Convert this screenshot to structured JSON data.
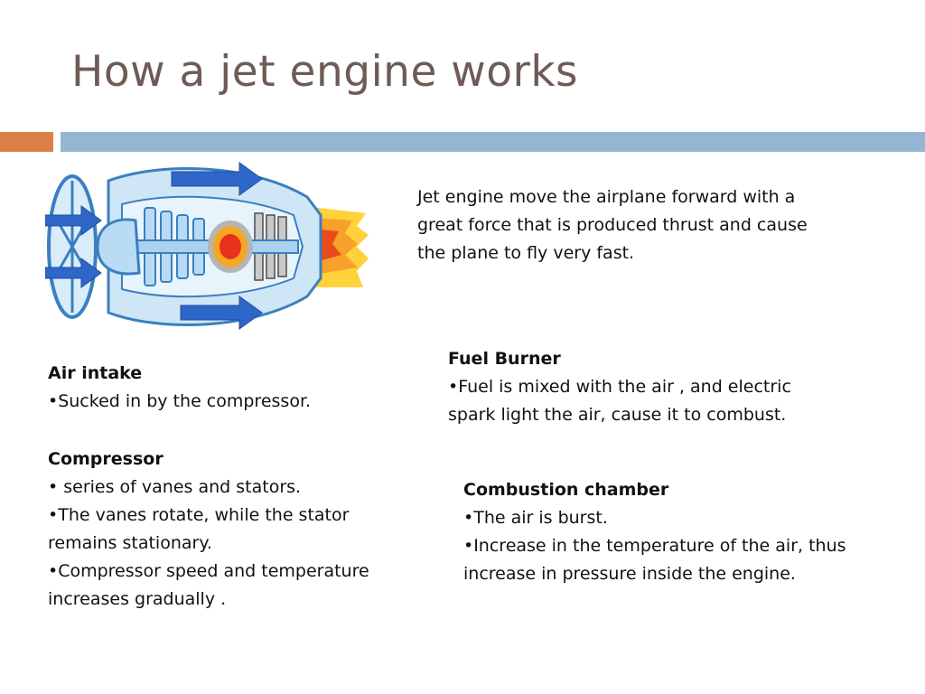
{
  "title": "How a jet engine works",
  "accent_colors": {
    "orange": "#dd8047",
    "blue": "#94b6d2",
    "title": "#6e5b55"
  },
  "intro": {
    "lines": [
      "Jet engine move the airplane forward with a",
      "great force that is produced thrust and cause",
      "the plane to fly very fast."
    ]
  },
  "sections": {
    "air_intake": {
      "heading": "Air intake",
      "lines": [
        "•Sucked in by the compressor."
      ]
    },
    "compressor": {
      "heading": "Compressor",
      "lines": [
        "• series of vanes and stators.",
        "•The vanes rotate, while the stator",
        "remains stationary.",
        "•Compressor speed and temperature",
        "increases gradually ."
      ]
    },
    "fuel_burner": {
      "heading": "Fuel Burner",
      "lines": [
        "•Fuel is mixed with the air , and electric",
        "spark light the air, cause it to combust."
      ]
    },
    "combustion_chamber": {
      "heading": "Combustion chamber",
      "lines": [
        "•The air is burst.",
        "•Increase in the temperature of the air, thus",
        "increase in pressure inside the engine."
      ]
    }
  },
  "illustration": {
    "icon": "jet-engine-cutaway-icon"
  }
}
